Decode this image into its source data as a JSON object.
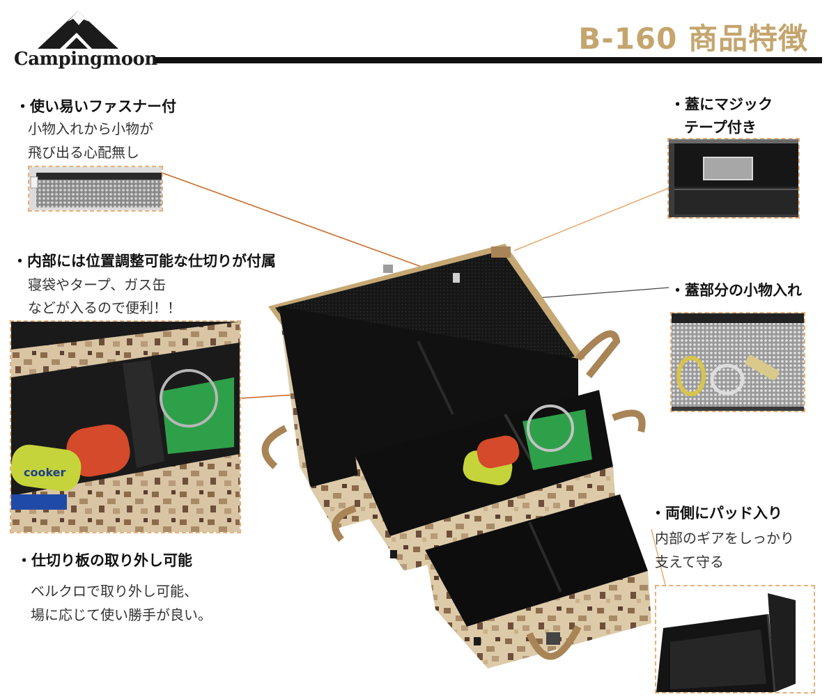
{
  "brand": {
    "name": "Campingmoon"
  },
  "page_title": "B-160 商品特徴",
  "features": {
    "zipper": {
      "title": "・使い易いファスナー付",
      "lines": [
        "小物入れから小物が",
        "飛び出る心配無し"
      ]
    },
    "velcro_lid": {
      "title_lines": [
        "・蓋にマジック",
        "テープ付き"
      ]
    },
    "dividers": {
      "title": "・内部には位置調整可能な仕切りが付属",
      "lines": [
        "寝袋やタープ、ガス缶",
        "などが入るので便利！！"
      ]
    },
    "lid_pocket": {
      "title": "・蓋部分の小物入れ"
    },
    "padding": {
      "title": "・両側にパッド入り",
      "lines": [
        "内部のギアをしっかり",
        "支えて守る"
      ]
    },
    "removable": {
      "title": "・仕切り板の取り外し可能",
      "lines": [
        "ベルクロで取り外し可能、",
        "場に応じて使い勝手が良い。"
      ]
    }
  },
  "colors": {
    "accent_title": "#c4a56e",
    "callout_line": "#c8651e",
    "dashed_border": "#e8b07a",
    "camo_base": "#d9c5a4",
    "strap": "#a88456"
  },
  "product_labels": {
    "can_brand": "cooker"
  }
}
